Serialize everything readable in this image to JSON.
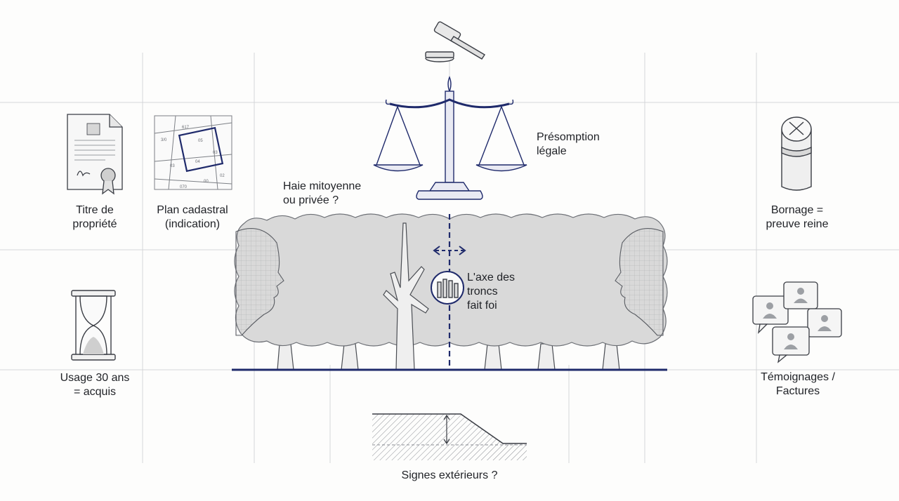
{
  "labels": {
    "titre": [
      "Titre de",
      "propriété"
    ],
    "plan": [
      "Plan cadastral",
      "(indication)"
    ],
    "usage": [
      "Usage 30 ans",
      "= acquis"
    ],
    "presomption": [
      "Présomption",
      "légale"
    ],
    "haie": [
      "Haie mitoyenne",
      "ou privée ?"
    ],
    "axe": [
      "L'axe des",
      "troncs",
      "fait foi"
    ],
    "bornage": [
      "Bornage =",
      "preuve reine"
    ],
    "temoignages": [
      "Témoignages /",
      "Factures"
    ],
    "signes": "Signes extérieurs ?"
  },
  "cadastre_numbers": [
    "617",
    "3/0",
    "05",
    "03",
    "04",
    "03",
    "02",
    "070",
    "00"
  ],
  "icons": [
    "document-seal-icon",
    "cadastral-map-icon",
    "hourglass-icon",
    "scales-of-justice-icon",
    "gavel-icon",
    "boundary-marker-icon",
    "speech-bubbles-icon",
    "hedge-profile-icon",
    "trunks-icon",
    "double-arrow-icon",
    "slope-section-icon"
  ],
  "colors": {
    "navy": "#1f2a6b",
    "grid": "#d5d7da",
    "ink": "#3a3d44",
    "hedge": "#d9d9d9"
  }
}
